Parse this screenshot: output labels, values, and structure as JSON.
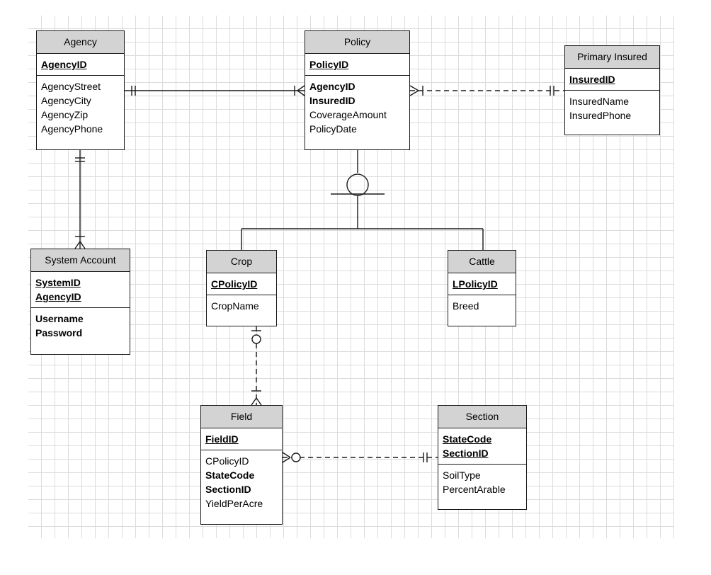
{
  "entities": {
    "agency": {
      "title": "Agency",
      "keys": [
        "AgencyID"
      ],
      "attributes": [
        {
          "name": "AgencyStreet"
        },
        {
          "name": "AgencyCity"
        },
        {
          "name": "AgencyZip"
        },
        {
          "name": "AgencyPhone"
        }
      ]
    },
    "policy": {
      "title": "Policy",
      "keys": [
        "PolicyID"
      ],
      "attributes": [
        {
          "name": "AgencyID",
          "bold": true
        },
        {
          "name": "InsuredID",
          "bold": true
        },
        {
          "name": "CoverageAmount"
        },
        {
          "name": "PolicyDate"
        }
      ]
    },
    "primary_insured": {
      "title": "Primary Insured",
      "keys": [
        "InsuredID"
      ],
      "attributes": [
        {
          "name": "InsuredName"
        },
        {
          "name": "InsuredPhone"
        }
      ]
    },
    "system_account": {
      "title": "System Account",
      "keys": [
        "SystemID",
        "AgencyID"
      ],
      "attributes": [
        {
          "name": "Username",
          "bold": true
        },
        {
          "name": "Password",
          "bold": true
        }
      ]
    },
    "crop": {
      "title": "Crop",
      "keys": [
        "CPolicyID"
      ],
      "attributes": [
        {
          "name": "CropName"
        }
      ]
    },
    "cattle": {
      "title": "Cattle",
      "keys": [
        "LPolicyID"
      ],
      "attributes": [
        {
          "name": "Breed"
        }
      ]
    },
    "field": {
      "title": "Field",
      "keys": [
        "FieldID"
      ],
      "attributes": [
        {
          "name": "CPolicyID"
        },
        {
          "name": "StateCode",
          "bold": true
        },
        {
          "name": "SectionID",
          "bold": true
        },
        {
          "name": "YieldPerAcre"
        }
      ]
    },
    "section": {
      "title": "Section",
      "keys": [
        "StateCode",
        "SectionID"
      ],
      "attributes": [
        {
          "name": "SoilType"
        },
        {
          "name": "PercentArable"
        }
      ]
    }
  },
  "relationships": [
    {
      "from": "agency",
      "to": "policy",
      "from_end": "one-and-only-one",
      "to_end": "one-or-many",
      "line": "solid"
    },
    {
      "from": "policy",
      "to": "primary_insured",
      "from_end": "one-or-many",
      "to_end": "one-and-only-one",
      "line": "dashed"
    },
    {
      "from": "agency",
      "to": "system_account",
      "from_end": "one-and-only-one",
      "to_end": "one-or-many",
      "line": "solid"
    },
    {
      "from": "crop",
      "to": "field",
      "from_end": "zero-or-one",
      "to_end": "one-or-many",
      "line": "dashed"
    },
    {
      "from": "field",
      "to": "section",
      "from_end": "zero-or-many",
      "to_end": "one-and-only-one",
      "line": "dashed"
    }
  ],
  "subtypes": {
    "supertype": "policy",
    "subtypes": [
      "crop",
      "cattle"
    ],
    "symbol": "optional-disjoint"
  }
}
